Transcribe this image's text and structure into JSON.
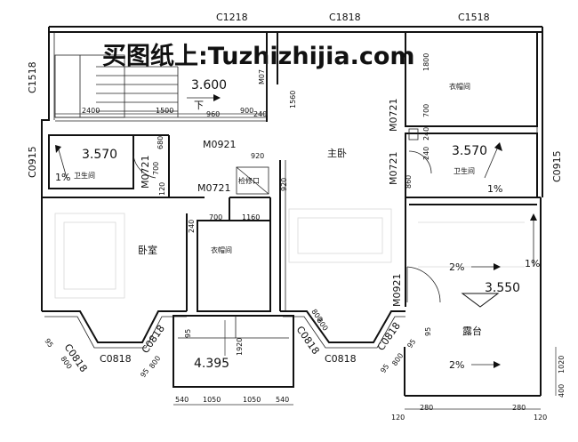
{
  "watermark": "买图纸上:Tuzhizhijia.com",
  "window_labels": {
    "top_left": "C1218",
    "top_mid": "C1818",
    "top_right": "C1518",
    "left_upper": "C1518",
    "left_mid": "C0915",
    "right_mid": "C0915",
    "bottom_1": "C0818",
    "bottom_2": "C0818",
    "bottom_3": "C0818",
    "bottom_4": "C0818",
    "bottom_5": "C0818",
    "bottom_6": "C0818"
  },
  "door_labels": {
    "m_bath_left": "M0721",
    "m_0921_stair": "M0921",
    "m_closet_left": "M0721",
    "m_top_right": "M0721",
    "m_mid_right": "M0721",
    "m_terrace": "M0921",
    "m_top_partial": "M07"
  },
  "rooms": {
    "master_bedroom": "主卧",
    "bedroom": "卧室",
    "bath_left": "卫生间",
    "bath_right": "卫生间",
    "closet_left": "衣帽间",
    "closet_right": "衣帽间",
    "terrace": "露台",
    "shaft": "检修口"
  },
  "levels": {
    "stair_level": "3.600",
    "bath_left": "3.570",
    "bath_right": "3.570",
    "terrace": "3.550",
    "balcony": "4.395"
  },
  "slopes": {
    "bath_left": "1%",
    "bath_right": "1%",
    "terrace_right": "1%",
    "terrace_upper": "2%",
    "terrace_lower": "2%"
  },
  "stair_direction": "下",
  "dimensions": {
    "d2400": "2400",
    "d1500": "1500",
    "d960": "960",
    "d900": "900",
    "d240a": "240",
    "d1560": "1560",
    "d680": "680",
    "d700a": "700",
    "d120a": "120",
    "d920a": "920",
    "d920b": "920",
    "d700b": "700",
    "d1160": "1160",
    "d240b": "240",
    "d1800": "1800",
    "d700c": "700",
    "d240c": "240",
    "d860": "860",
    "d240d": "240",
    "d800a": "800",
    "d95a": "95",
    "d800b": "800",
    "d95b": "95",
    "d95c": "95",
    "d800c": "800",
    "d1920": "1920",
    "d95d": "95",
    "d800d": "800",
    "d95e": "95",
    "d800e": "800",
    "d95f": "95",
    "d1020": "1020",
    "d400": "400",
    "b540a": "540",
    "b1050a": "1050",
    "b1050b": "1050",
    "b540b": "540",
    "b120a": "120",
    "b280a": "280",
    "b280b": "280",
    "b120b": "120"
  }
}
